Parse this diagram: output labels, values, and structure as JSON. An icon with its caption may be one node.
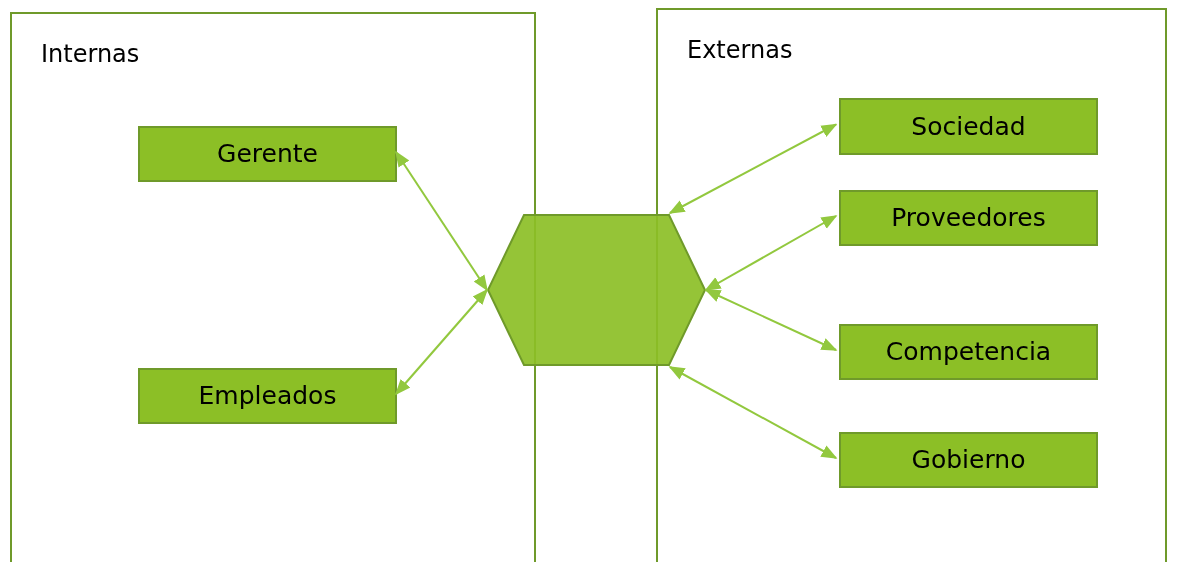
{
  "diagram": {
    "nodes": [
      {
        "text": [
          "Internas"
        ]
      },
      {
        "text": [
          "Gerente"
        ],
        "in": 0
      },
      {
        "text": [
          "Empleados"
        ],
        "in": 0
      },
      {
        "text": [
          "Externas"
        ]
      },
      {
        "text": [
          "Sociedad"
        ],
        "in": 3
      },
      {
        "text": [
          "Proveedores"
        ],
        "in": 3
      },
      {
        "text": [
          "Competencia"
        ],
        "in": 3
      },
      {
        "text": [
          "Gobierno"
        ],
        "in": 3
      },
      {
        "text": [],
        "shape": "hexagon"
      }
    ],
    "edges": [
      {
        "from": 1,
        "to": 8,
        "arrow": "both"
      },
      {
        "from": 2,
        "to": 8,
        "arrow": "both"
      },
      {
        "from": 8,
        "to": 4,
        "arrow": "both"
      },
      {
        "from": 8,
        "to": 5,
        "arrow": "both"
      },
      {
        "from": 8,
        "to": 6,
        "arrow": "both"
      },
      {
        "from": 8,
        "to": 7,
        "arrow": "both"
      }
    ]
  }
}
